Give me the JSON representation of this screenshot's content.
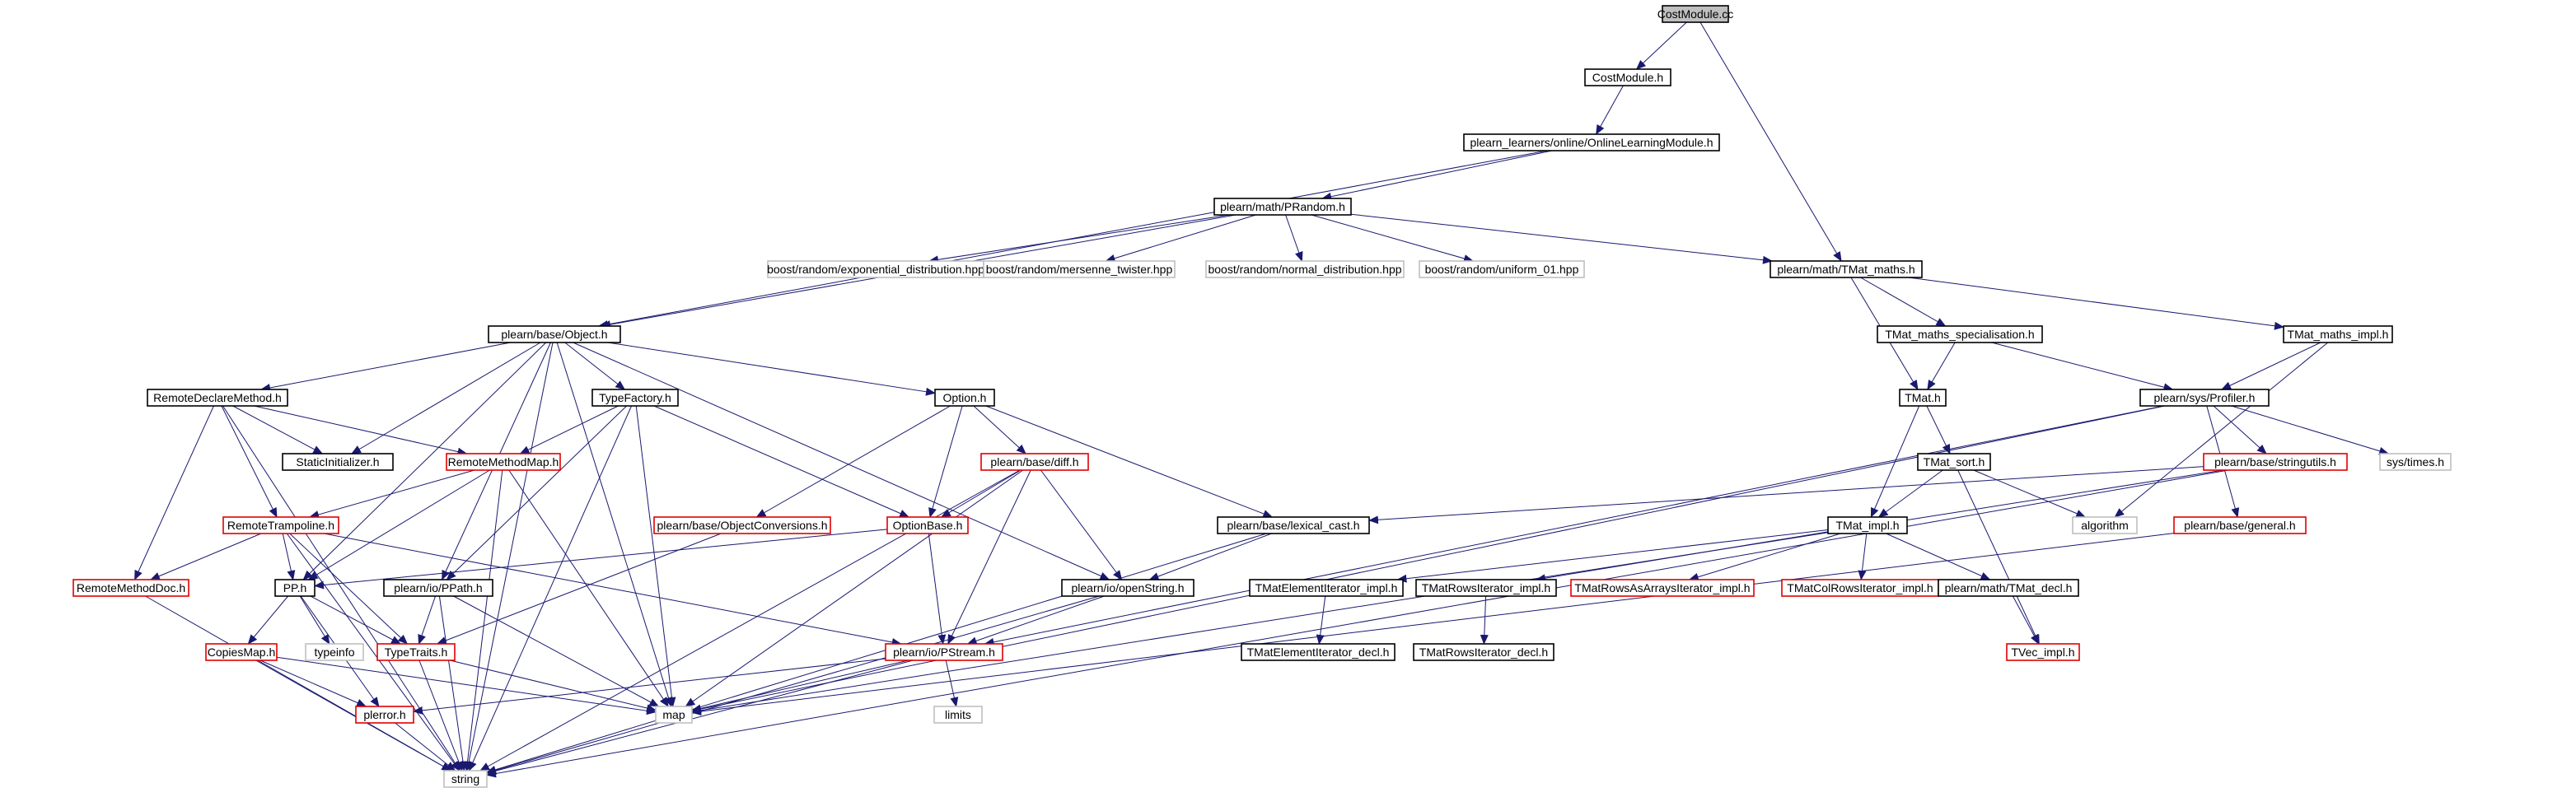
{
  "title": "CostModule.cc",
  "colors": {
    "edge": "#191970",
    "border_documented": "#000000",
    "border_truncated": "#e00000",
    "border_system": "#bfbfbf",
    "fill_root": "#bfbfbf",
    "fill_default": "#ffffff"
  },
  "nodes": [
    {
      "id": "costmodule_cc",
      "label": "CostModule.cc",
      "kind": "root"
    },
    {
      "id": "costmodule_h",
      "label": "CostModule.h",
      "kind": "normal"
    },
    {
      "id": "onlinelearningmodule_h",
      "label": "plearn_learners/online/OnlineLearningModule.h",
      "kind": "normal"
    },
    {
      "id": "prandom_h",
      "label": "plearn/math/PRandom.h",
      "kind": "normal"
    },
    {
      "id": "exponential_distribution_hpp",
      "label": "boost/random/exponential_distribution.hpp",
      "kind": "system"
    },
    {
      "id": "mersenne_twister_hpp",
      "label": "boost/random/mersenne_twister.hpp",
      "kind": "system"
    },
    {
      "id": "normal_distribution_hpp",
      "label": "boost/random/normal_distribution.hpp",
      "kind": "system"
    },
    {
      "id": "uniform_01_hpp",
      "label": "boost/random/uniform_01.hpp",
      "kind": "system"
    },
    {
      "id": "tmat_maths_h",
      "label": "plearn/math/TMat_maths.h",
      "kind": "normal"
    },
    {
      "id": "object_h",
      "label": "plearn/base/Object.h",
      "kind": "normal"
    },
    {
      "id": "tmat_maths_specialisation_h",
      "label": "TMat_maths_specialisation.h",
      "kind": "normal"
    },
    {
      "id": "tmat_maths_impl_h",
      "label": "TMat_maths_impl.h",
      "kind": "normal"
    },
    {
      "id": "remotedeclaremethod_h",
      "label": "RemoteDeclareMethod.h",
      "kind": "normal"
    },
    {
      "id": "typefactory_h",
      "label": "TypeFactory.h",
      "kind": "normal"
    },
    {
      "id": "option_h",
      "label": "Option.h",
      "kind": "normal"
    },
    {
      "id": "tmat_h",
      "label": "TMat.h",
      "kind": "normal"
    },
    {
      "id": "profiler_h",
      "label": "plearn/sys/Profiler.h",
      "kind": "normal"
    },
    {
      "id": "staticinitializer_h",
      "label": "StaticInitializer.h",
      "kind": "normal"
    },
    {
      "id": "remotemethodmap_h",
      "label": "RemoteMethodMap.h",
      "kind": "truncated"
    },
    {
      "id": "diff_h",
      "label": "plearn/base/diff.h",
      "kind": "truncated"
    },
    {
      "id": "tmat_sort_h",
      "label": "TMat_sort.h",
      "kind": "normal"
    },
    {
      "id": "stringutils_h",
      "label": "plearn/base/stringutils.h",
      "kind": "truncated"
    },
    {
      "id": "times_h",
      "label": "sys/times.h",
      "kind": "system"
    },
    {
      "id": "remotetrampoline_h",
      "label": "RemoteTrampoline.h",
      "kind": "truncated"
    },
    {
      "id": "objectconversions_h",
      "label": "plearn/base/ObjectConversions.h",
      "kind": "truncated"
    },
    {
      "id": "optionbase_h",
      "label": "OptionBase.h",
      "kind": "truncated"
    },
    {
      "id": "lexical_cast_h",
      "label": "plearn/base/lexical_cast.h",
      "kind": "normal"
    },
    {
      "id": "tmat_impl_h",
      "label": "TMat_impl.h",
      "kind": "normal"
    },
    {
      "id": "algorithm",
      "label": "algorithm",
      "kind": "system"
    },
    {
      "id": "general_h",
      "label": "plearn/base/general.h",
      "kind": "truncated"
    },
    {
      "id": "remotemethoddoc_h",
      "label": "RemoteMethodDoc.h",
      "kind": "truncated"
    },
    {
      "id": "pp_h",
      "label": "PP.h",
      "kind": "normal"
    },
    {
      "id": "ppath_h",
      "label": "plearn/io/PPath.h",
      "kind": "normal"
    },
    {
      "id": "openstring_h",
      "label": "plearn/io/openString.h",
      "kind": "normal"
    },
    {
      "id": "tmatelementiterator_impl_h",
      "label": "TMatElementIterator_impl.h",
      "kind": "normal"
    },
    {
      "id": "tmatrowsiterator_impl_h",
      "label": "TMatRowsIterator_impl.h",
      "kind": "normal"
    },
    {
      "id": "tmatrowsasarraysiterator_impl_h",
      "label": "TMatRowsAsArraysIterator_impl.h",
      "kind": "truncated"
    },
    {
      "id": "tmatcolrowsiterator_impl_h",
      "label": "TMatColRowsIterator_impl.h",
      "kind": "truncated"
    },
    {
      "id": "tmat_decl_h",
      "label": "plearn/math/TMat_decl.h",
      "kind": "normal"
    },
    {
      "id": "copiesmap_h",
      "label": "CopiesMap.h",
      "kind": "truncated"
    },
    {
      "id": "typeinfo",
      "label": "typeinfo",
      "kind": "system"
    },
    {
      "id": "typetraits_h",
      "label": "TypeTraits.h",
      "kind": "truncated"
    },
    {
      "id": "pstream_h",
      "label": "plearn/io/PStream.h",
      "kind": "truncated"
    },
    {
      "id": "tmatelementiterator_decl_h",
      "label": "TMatElementIterator_decl.h",
      "kind": "normal"
    },
    {
      "id": "tmatrowsiterator_decl_h",
      "label": "TMatRowsIterator_decl.h",
      "kind": "normal"
    },
    {
      "id": "tvec_impl_h",
      "label": "TVec_impl.h",
      "kind": "truncated"
    },
    {
      "id": "limits",
      "label": "limits",
      "kind": "system"
    },
    {
      "id": "map",
      "label": "map",
      "kind": "system"
    },
    {
      "id": "plerror_h",
      "label": "plerror.h",
      "kind": "truncated"
    },
    {
      "id": "string",
      "label": "string",
      "kind": "system"
    }
  ],
  "edges": [
    [
      "costmodule_cc",
      "costmodule_h"
    ],
    [
      "costmodule_cc",
      "tmat_maths_h"
    ],
    [
      "costmodule_h",
      "onlinelearningmodule_h"
    ],
    [
      "onlinelearningmodule_h",
      "prandom_h"
    ],
    [
      "onlinelearningmodule_h",
      "object_h"
    ],
    [
      "prandom_h",
      "exponential_distribution_hpp"
    ],
    [
      "prandom_h",
      "mersenne_twister_hpp"
    ],
    [
      "prandom_h",
      "normal_distribution_hpp"
    ],
    [
      "prandom_h",
      "uniform_01_hpp"
    ],
    [
      "prandom_h",
      "tmat_maths_h"
    ],
    [
      "prandom_h",
      "object_h"
    ],
    [
      "tmat_maths_h",
      "tmat_maths_specialisation_h"
    ],
    [
      "tmat_maths_h",
      "tmat_maths_impl_h"
    ],
    [
      "tmat_maths_h",
      "tmat_h"
    ],
    [
      "tmat_maths_specialisation_h",
      "tmat_h"
    ],
    [
      "tmat_maths_specialisation_h",
      "profiler_h"
    ],
    [
      "tmat_maths_impl_h",
      "profiler_h"
    ],
    [
      "tmat_maths_impl_h",
      "algorithm"
    ],
    [
      "object_h",
      "remotedeclaremethod_h"
    ],
    [
      "object_h",
      "typefactory_h"
    ],
    [
      "object_h",
      "option_h"
    ],
    [
      "object_h",
      "staticinitializer_h"
    ],
    [
      "object_h",
      "pp_h"
    ],
    [
      "object_h",
      "ppath_h"
    ],
    [
      "object_h",
      "openstring_h"
    ],
    [
      "object_h",
      "map"
    ],
    [
      "object_h",
      "string"
    ],
    [
      "remotedeclaremethod_h",
      "staticinitializer_h"
    ],
    [
      "remotedeclaremethod_h",
      "remotemethodmap_h"
    ],
    [
      "remotedeclaremethod_h",
      "remotetrampoline_h"
    ],
    [
      "remotedeclaremethod_h",
      "remotemethoddoc_h"
    ],
    [
      "remotedeclaremethod_h",
      "string"
    ],
    [
      "typefactory_h",
      "remotemethodmap_h"
    ],
    [
      "typefactory_h",
      "optionbase_h"
    ],
    [
      "typefactory_h",
      "ppath_h"
    ],
    [
      "typefactory_h",
      "map"
    ],
    [
      "typefactory_h",
      "string"
    ],
    [
      "option_h",
      "objectconversions_h"
    ],
    [
      "option_h",
      "optionbase_h"
    ],
    [
      "option_h",
      "diff_h"
    ],
    [
      "option_h",
      "lexical_cast_h"
    ],
    [
      "remotemethodmap_h",
      "remotetrampoline_h"
    ],
    [
      "remotemethodmap_h",
      "pp_h"
    ],
    [
      "remotemethodmap_h",
      "map"
    ],
    [
      "remotemethodmap_h",
      "string"
    ],
    [
      "remotetrampoline_h",
      "remotemethoddoc_h"
    ],
    [
      "remotetrampoline_h",
      "pp_h"
    ],
    [
      "remotetrampoline_h",
      "typetraits_h"
    ],
    [
      "remotetrampoline_h",
      "pstream_h"
    ],
    [
      "remotetrampoline_h",
      "string"
    ],
    [
      "remotemethoddoc_h",
      "string"
    ],
    [
      "diff_h",
      "optionbase_h"
    ],
    [
      "diff_h",
      "openstring_h"
    ],
    [
      "diff_h",
      "pstream_h"
    ],
    [
      "diff_h",
      "map"
    ],
    [
      "diff_h",
      "string"
    ],
    [
      "objectconversions_h",
      "typetraits_h"
    ],
    [
      "optionbase_h",
      "pp_h"
    ],
    [
      "optionbase_h",
      "pstream_h"
    ],
    [
      "pp_h",
      "copiesmap_h"
    ],
    [
      "pp_h",
      "typeinfo"
    ],
    [
      "pp_h",
      "typetraits_h"
    ],
    [
      "pp_h",
      "plerror_h"
    ],
    [
      "copiesmap_h",
      "plerror_h"
    ],
    [
      "copiesmap_h",
      "map"
    ],
    [
      "copiesmap_h",
      "string"
    ],
    [
      "typetraits_h",
      "map"
    ],
    [
      "typetraits_h",
      "string"
    ],
    [
      "ppath_h",
      "typetraits_h"
    ],
    [
      "ppath_h",
      "map"
    ],
    [
      "ppath_h",
      "string"
    ],
    [
      "openstring_h",
      "pstream_h"
    ],
    [
      "openstring_h",
      "string"
    ],
    [
      "lexical_cast_h",
      "openstring_h"
    ],
    [
      "lexical_cast_h",
      "string"
    ],
    [
      "pstream_h",
      "plerror_h"
    ],
    [
      "pstream_h",
      "limits"
    ],
    [
      "pstream_h",
      "map"
    ],
    [
      "pstream_h",
      "string"
    ],
    [
      "plerror_h",
      "string"
    ],
    [
      "tmat_h",
      "tmat_sort_h"
    ],
    [
      "tmat_h",
      "tmat_impl_h"
    ],
    [
      "tmat_sort_h",
      "tmat_impl_h"
    ],
    [
      "tmat_sort_h",
      "algorithm"
    ],
    [
      "tmat_sort_h",
      "tvec_impl_h"
    ],
    [
      "tmat_impl_h",
      "tmatelementiterator_impl_h"
    ],
    [
      "tmat_impl_h",
      "tmatrowsiterator_impl_h"
    ],
    [
      "tmat_impl_h",
      "tmatrowsasarraysiterator_impl_h"
    ],
    [
      "tmat_impl_h",
      "tmatcolrowsiterator_impl_h"
    ],
    [
      "tmat_impl_h",
      "tmat_decl_h"
    ],
    [
      "tmatelementiterator_impl_h",
      "tmatelementiterator_decl_h"
    ],
    [
      "tmatrowsiterator_impl_h",
      "tmatrowsiterator_decl_h"
    ],
    [
      "tmat_decl_h",
      "tvec_impl_h"
    ],
    [
      "profiler_h",
      "stringutils_h"
    ],
    [
      "profiler_h",
      "times_h"
    ],
    [
      "profiler_h",
      "general_h"
    ],
    [
      "profiler_h",
      "pstream_h"
    ],
    [
      "profiler_h",
      "map"
    ],
    [
      "stringutils_h",
      "lexical_cast_h"
    ],
    [
      "stringutils_h",
      "map"
    ],
    [
      "stringutils_h",
      "string"
    ],
    [
      "general_h",
      "map"
    ]
  ]
}
